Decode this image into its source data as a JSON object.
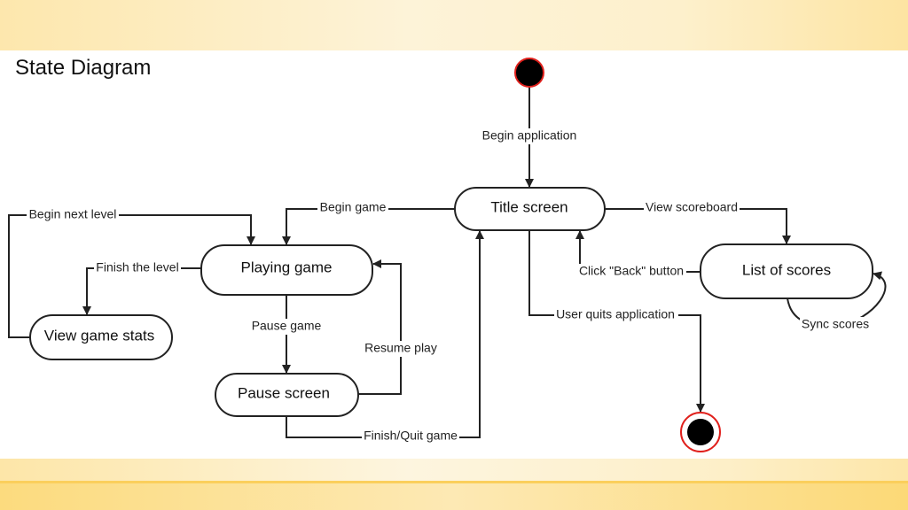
{
  "title": "State Diagram",
  "states": {
    "title_screen": "Title screen",
    "playing_game": "Playing game",
    "view_game_stats": "View game stats",
    "pause_screen": "Pause screen",
    "list_of_scores": "List of scores"
  },
  "transitions": {
    "begin_application": "Begin application",
    "begin_game": "Begin game",
    "view_scoreboard": "View scoreboard",
    "begin_next_level": "Begin next level",
    "finish_the_level": "Finish the level",
    "pause_game": "Pause game",
    "resume_play": "Resume play",
    "finish_quit_game": "Finish/Quit game",
    "click_back": "Click \"Back\" button",
    "user_quits": "User quits application",
    "sync_scores": "Sync scores"
  },
  "colors": {
    "node_ring": "#e0201c",
    "node_fill": "#000000"
  }
}
